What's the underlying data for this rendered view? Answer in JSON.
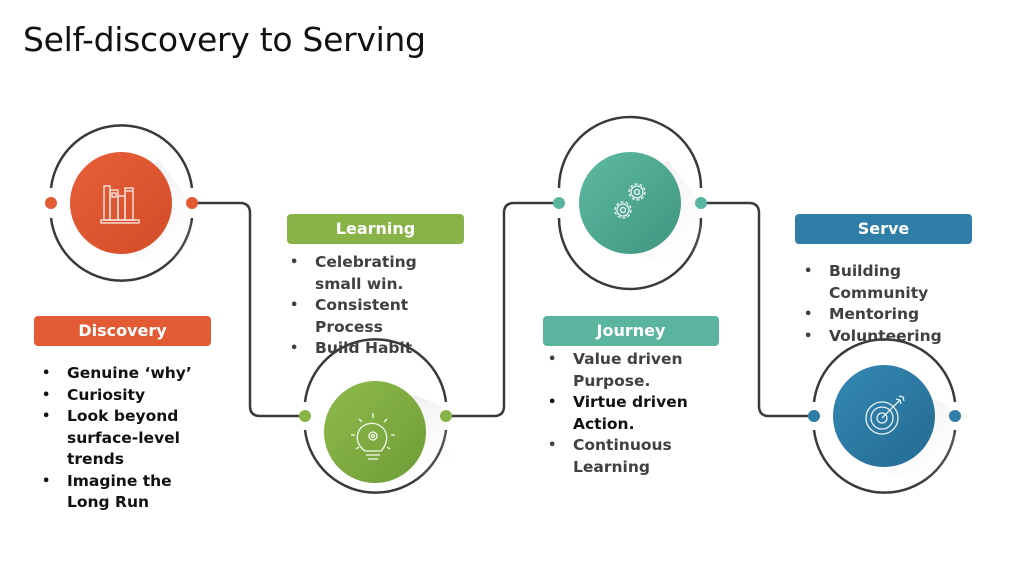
{
  "title": "Self-discovery to Serving",
  "colors": {
    "discovery": "#E35B35",
    "learning": "#88B447",
    "journey": "#5BB59E",
    "serve": "#2E7EA8",
    "connector": "#3a3a3a"
  },
  "stages": [
    {
      "name": "Discovery",
      "icon": "bookshelf-icon",
      "bullets": [
        "Genuine ‘why’",
        "Curiosity",
        "Look beyond surface-level trends",
        "Imagine the Long Run"
      ]
    },
    {
      "name": "Learning",
      "icon": "lightbulb-gear-icon",
      "bullets": [
        "Celebrating small win.",
        "Consistent Process",
        "Build Habit"
      ]
    },
    {
      "name": "Journey",
      "icon": "gears-icon",
      "bullets": [
        "Value driven Purpose.",
        "Virtue driven Action.",
        "Continuous Learning"
      ]
    },
    {
      "name": "Serve",
      "icon": "target-icon",
      "bullets": [
        "Building Community",
        "Mentoring",
        "Volunteering"
      ]
    }
  ]
}
